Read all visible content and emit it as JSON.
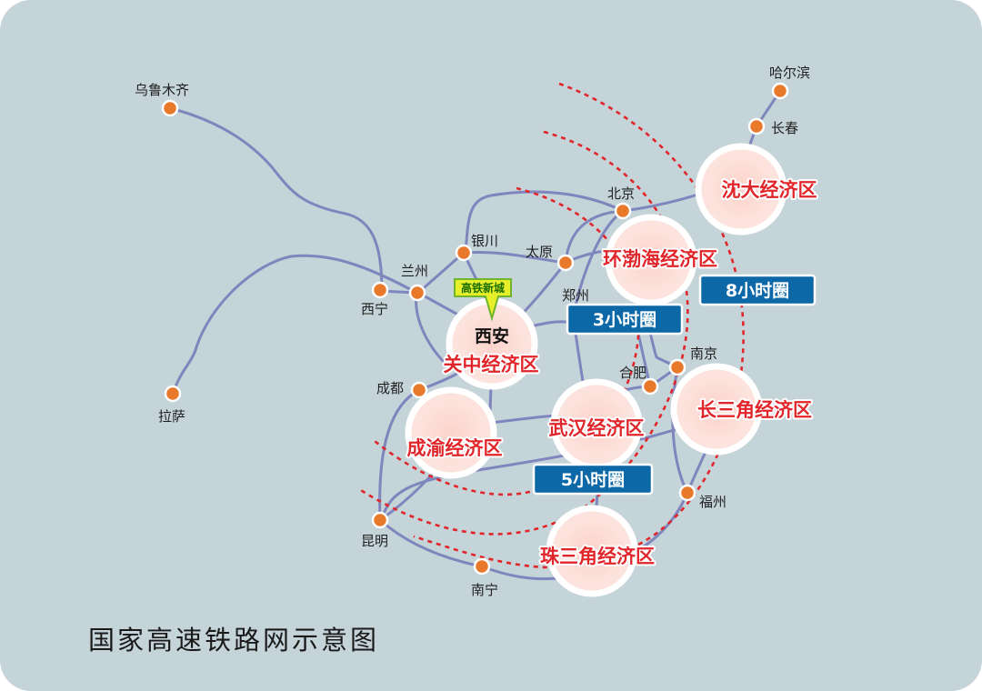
{
  "title": "国家高速铁路网示意图",
  "colors": {
    "background": "#c5d4d9",
    "rail_line": "#7f86bd",
    "city_dot": "#e9792a",
    "zone_text": "#e0262b",
    "zone_circle": "#fcd9d2",
    "badge": "#0d68a8",
    "callout": "#e6ef2a"
  },
  "cities": [
    {
      "id": "urumqi",
      "name": "乌鲁木齐"
    },
    {
      "id": "lhasa",
      "name": "拉萨"
    },
    {
      "id": "xining",
      "name": "西宁"
    },
    {
      "id": "lanzhou",
      "name": "兰州"
    },
    {
      "id": "yinchuan",
      "name": "银川"
    },
    {
      "id": "taiyuan",
      "name": "太原"
    },
    {
      "id": "beijing",
      "name": "北京"
    },
    {
      "id": "harbin",
      "name": "哈尔滨"
    },
    {
      "id": "changchun",
      "name": "长春"
    },
    {
      "id": "zhengzhou",
      "name": "郑州"
    },
    {
      "id": "nanjing",
      "name": "南京"
    },
    {
      "id": "hefei",
      "name": "合肥"
    },
    {
      "id": "chengdu",
      "name": "成都"
    },
    {
      "id": "kunming",
      "name": "昆明"
    },
    {
      "id": "nanning",
      "name": "南宁"
    },
    {
      "id": "fuzhou",
      "name": "福州"
    }
  ],
  "economic_zones": [
    {
      "id": "shenda",
      "name": "沈大经济区"
    },
    {
      "id": "huanbohai",
      "name": "环渤海经济区"
    },
    {
      "id": "guanzhong",
      "name": "关中经济区"
    },
    {
      "id": "chengyu",
      "name": "成渝经济区"
    },
    {
      "id": "wuhan",
      "name": "武汉经济区"
    },
    {
      "id": "changsanjiao",
      "name": "长三角经济区"
    },
    {
      "id": "zhusanjiao",
      "name": "珠三角经济区"
    }
  ],
  "hub": {
    "name": "西安",
    "callout": "高铁新城"
  },
  "time_circles": [
    {
      "id": "3h",
      "label": "3小时圈"
    },
    {
      "id": "5h",
      "label": "5小时圈"
    },
    {
      "id": "8h",
      "label": "8小时圈"
    }
  ]
}
